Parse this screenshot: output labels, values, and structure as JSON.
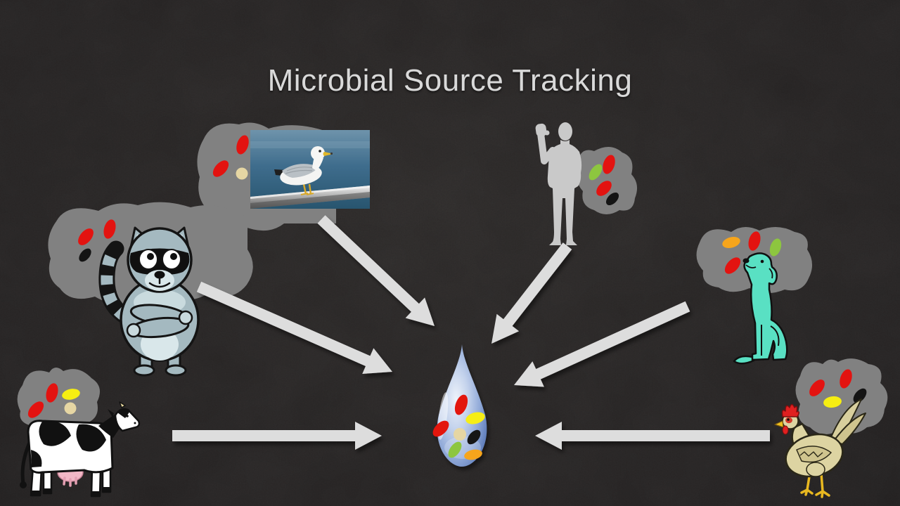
{
  "slide": {
    "title": "Microbial Source Tracking",
    "background_color": "#292626",
    "title_color": "#d9d9d9",
    "arrow_color": "#dddddd",
    "cloud_color": "#818181",
    "silhouette_color": "#c9c9c9"
  },
  "microbe_colors": {
    "red": "#e31310",
    "yellow": "#f6ee12",
    "tan": "#e6d6a3",
    "black": "#141414",
    "green": "#8dc63f",
    "orange": "#f6a51c",
    "lightgreen": "#9ad14b"
  },
  "sources": [
    {
      "id": "seagull",
      "microbes": [
        "red",
        "red",
        "tan"
      ]
    },
    {
      "id": "raccoon",
      "microbes": [
        "red",
        "red",
        "black"
      ]
    },
    {
      "id": "cow",
      "microbes": [
        "red",
        "yellow",
        "red",
        "tan"
      ]
    },
    {
      "id": "human",
      "microbes": [
        "green",
        "red",
        "red",
        "black"
      ]
    },
    {
      "id": "dog",
      "microbes": [
        "orange",
        "red",
        "green",
        "red"
      ]
    },
    {
      "id": "chicken",
      "microbes": [
        "red",
        "red",
        "yellow",
        "black"
      ]
    }
  ],
  "sink": {
    "id": "water-drop",
    "microbes": [
      "red",
      "yellow",
      "red",
      "tan",
      "black",
      "green",
      "orange"
    ]
  }
}
